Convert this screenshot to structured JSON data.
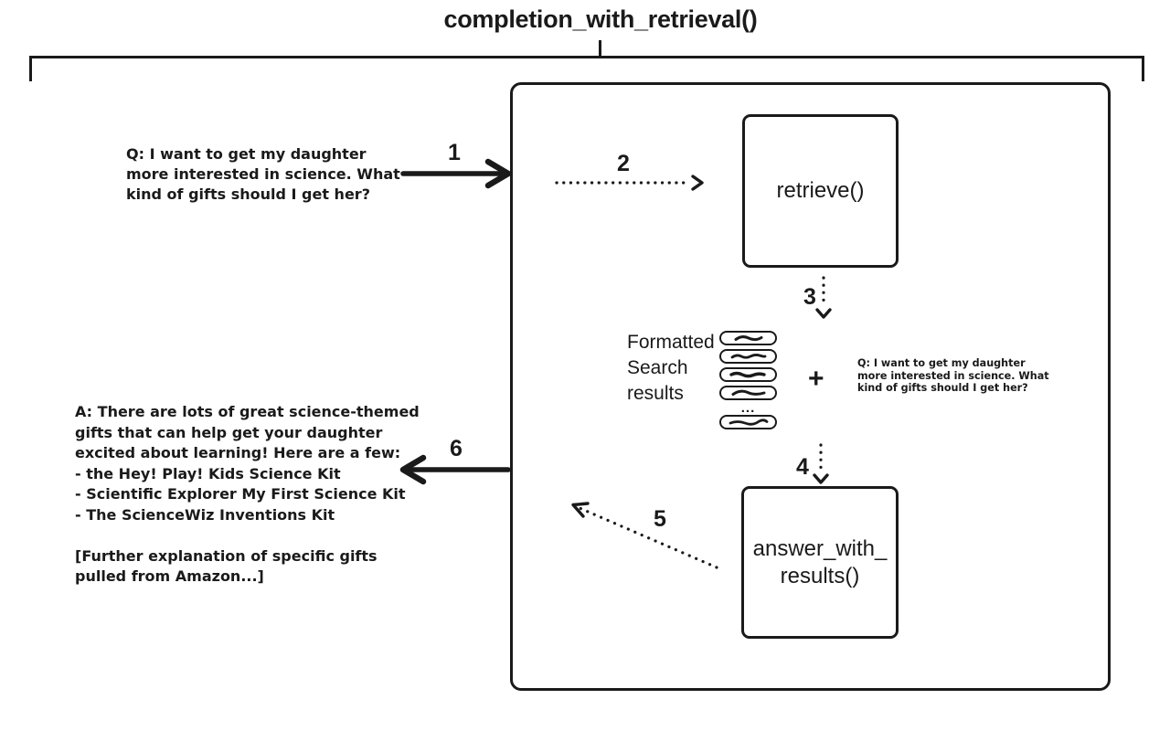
{
  "title": "completion_with_retrieval()",
  "colors": {
    "ink": "#1a1a1a",
    "background": "#ffffff"
  },
  "question": {
    "text": "Q: I want to get my daughter\nmore interested in science. What\nkind of gifts should I get her?"
  },
  "answer": {
    "text": "A: There are lots of great science-themed\ngifts that can help get your daughter\nexcited about learning! Here are a few:\n - the Hey! Play! Kids Science Kit\n - Scientific Explorer My First Science Kit\n - The ScienceWiz Inventions Kit\n\n[Further explanation of specific gifts\npulled from Amazon...]"
  },
  "pipeline": {
    "retrieve_box": {
      "label": "retrieve()"
    },
    "answer_box": {
      "label": "answer_with_\nresults()"
    },
    "formatted_results": {
      "label": "Formatted\nSearch\nresults",
      "ellipsis": "...",
      "pill_count": 5
    },
    "plus_sign": "+",
    "context_question": {
      "text": "Q: I want to get my daughter\nmore interested in science. What\nkind of gifts should I get her?"
    }
  },
  "steps": [
    "1",
    "2",
    "3",
    "4",
    "5",
    "6"
  ]
}
